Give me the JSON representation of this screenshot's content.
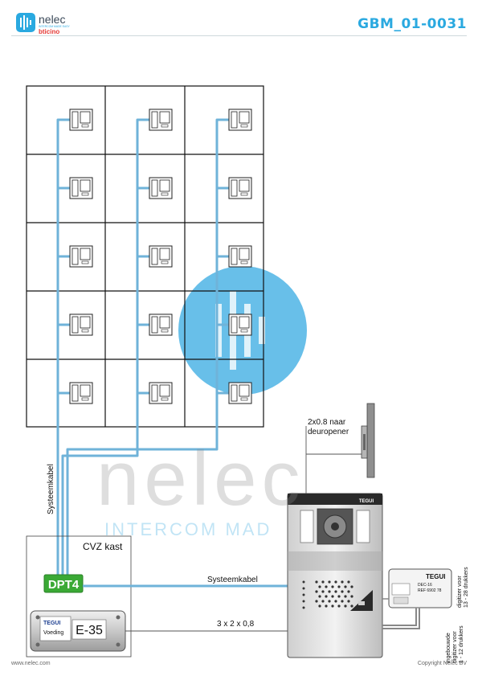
{
  "header": {
    "logo_name": "nelec",
    "logo_tagline": "INTERCOM MADE EASY",
    "logo_sub": "bticino",
    "doc_code": "GBM_01-0031"
  },
  "watermark": {
    "word": "nelec",
    "tagline": "INTERCOM MAD"
  },
  "diagram": {
    "cabinet_label": "CVZ kast",
    "distributor_label": "DPT4",
    "power_brand": "TEGUI",
    "power_label": "Voeding",
    "power_model": "E-35",
    "riser_label": "Systeemkabel",
    "system_cable_label": "Systeemkabel",
    "power_cable_label": "3 x 2 x 0,8",
    "lock_label_line1": "2x0.8 naar",
    "lock_label_line2": "deuropener",
    "panel_brand": "TEGUI",
    "decoder_brand": "TEGUI",
    "decoder_model": "DEC-16",
    "decoder_ref": "REF 6902 78",
    "decoder_note_1_line1": "ingebouwde",
    "decoder_note_1_line2": "digitizer voor",
    "decoder_note_1_line3": "1 - 12 drukkers",
    "decoder_note_2_line1": "digitizer voor",
    "decoder_note_2_line2": "13 - 28 drukkers"
  },
  "colors": {
    "cable": "#6fb3d9",
    "accent": "#2aa9e0",
    "dpt_green": "#3aa935",
    "watermark_circle": "#36a9e1"
  },
  "footer": {
    "website": "www.nelec.com",
    "copyright": "Copyright Nelec BV"
  }
}
